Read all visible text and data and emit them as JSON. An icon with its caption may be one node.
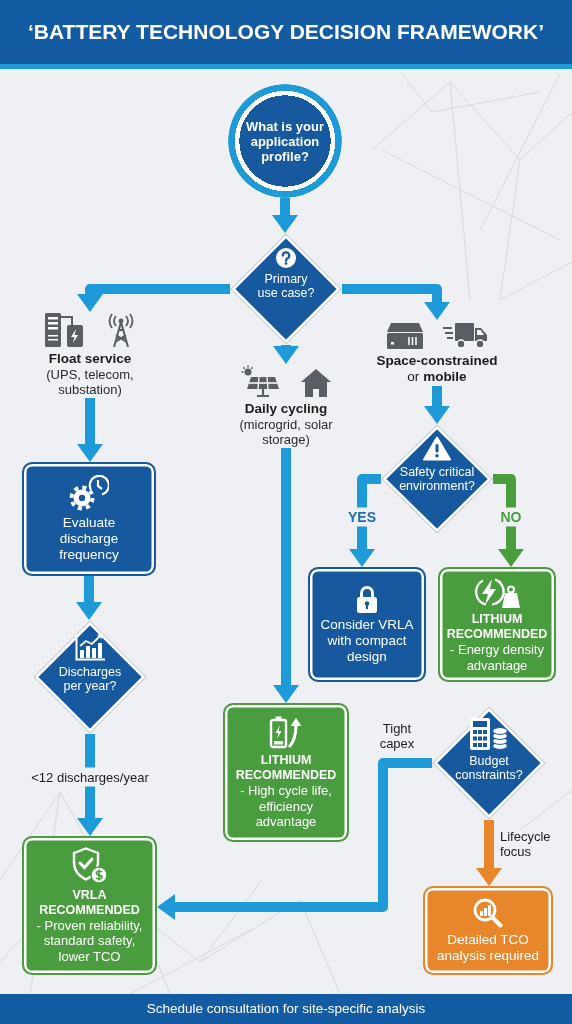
{
  "diagram": {
    "title": "‘BATTERY TECHNOLOGY DECISION FRAMEWORK’",
    "nodes": [
      {
        "text": [
          "What is your application profile?"
        ]
      },
      {
        "text": [
          "Primary use case?"
        ]
      },
      {
        "text": [
          "Float service",
          "(UPS, telecom, substation)"
        ]
      },
      {
        "text": [
          "Daily cycling",
          "(microgrid, solar storage)"
        ]
      },
      {
        "text": [
          "**Space-constrained** or **mobile**"
        ]
      },
      {
        "text": [
          "Evaluate discharge frequency"
        ]
      },
      {
        "text": [
          "Discharges per year?"
        ]
      },
      {
        "text": [
          "Safety critical environment?"
        ]
      },
      {
        "text": [
          "Consider VRLA with compact design"
        ]
      },
      {
        "text": [
          "LITHIUM RECOMMENDED",
          "- Energy density advantage"
        ]
      },
      {
        "text": [
          "LITHIUM RECOMMENDED",
          "- High cycle life, efficiency advantage"
        ]
      },
      {
        "text": [
          "Budget constraints?"
        ]
      },
      {
        "text": [
          "VRLA RECOMMENDED",
          "- Proven reliability, standard safety, lower TCO"
        ]
      },
      {
        "text": [
          "Detailed TCO analysis required"
        ]
      }
    ],
    "edges": [
      {
        "from": 0,
        "to": 1,
        "arrow": "to"
      },
      {
        "from": 1,
        "to": 2,
        "arrow": "to"
      },
      {
        "from": 1,
        "to": 3,
        "arrow": "to"
      },
      {
        "from": 1,
        "to": 4,
        "arrow": "to"
      },
      {
        "from": 2,
        "to": 5,
        "arrow": "to"
      },
      {
        "from": 5,
        "to": 6,
        "arrow": "to"
      },
      {
        "from": 6,
        "to": 12,
        "arrow": "to",
        "label": "<12 discharges/year"
      },
      {
        "from": 3,
        "to": 10,
        "arrow": "to"
      },
      {
        "from": 4,
        "to": 7,
        "arrow": "to"
      },
      {
        "from": 7,
        "to": 8,
        "arrow": "to",
        "label": "YES"
      },
      {
        "from": 7,
        "to": 9,
        "arrow": "to",
        "label": "NO",
        "color": "#4a9d3f"
      },
      {
        "from": 11,
        "to": 12,
        "arrow": "to",
        "label": "Tight capex"
      },
      {
        "from": 11,
        "to": 13,
        "arrow": "to",
        "label": "Lifecycle focus",
        "color": "#e8862c"
      }
    ],
    "labels": [
      "Schedule consultation for site-specific analysis"
    ]
  }
}
